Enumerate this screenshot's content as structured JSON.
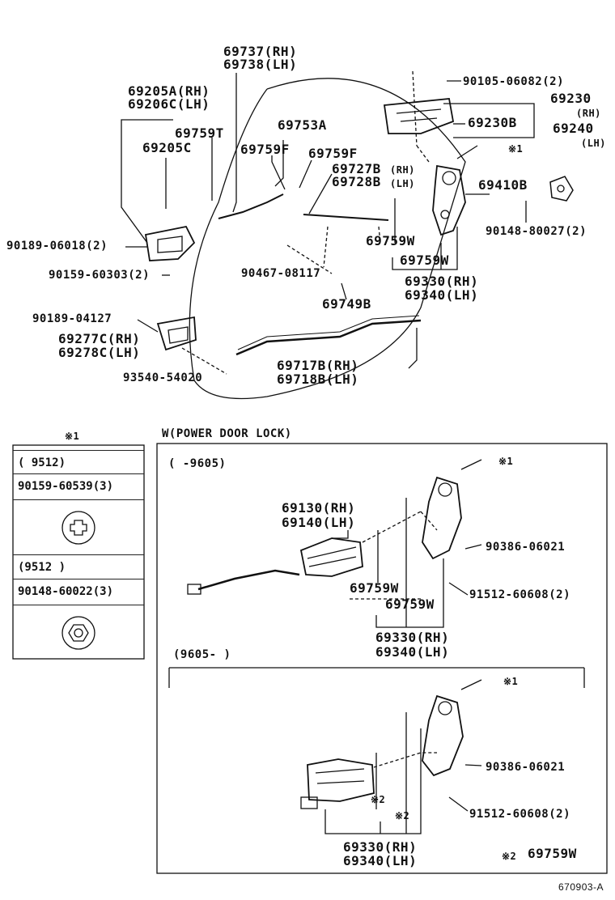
{
  "main_labels": {
    "p69737": "69737(RH)",
    "p69738": "69738(LH)",
    "p69205a": "69205A(RH)",
    "p69206c": "69206C(LH)",
    "p69759t": "69759T",
    "p69205c": "69205C",
    "p69753a": "69753A",
    "p69759f_1": "69759F",
    "p69759f_2": "69759F",
    "p69727b": "69727B",
    "p69728b": "69728B",
    "rh_small": "(RH)",
    "lh_small": "(LH)",
    "p90105": "90105-06082(2)",
    "p69230": "69230",
    "p69230_rh": "(RH)",
    "p69240": "69240",
    "p69240_lh": "(LH)",
    "p69230b": "69230B",
    "note1_a": "※1",
    "p69410b": "69410B",
    "p90148_80027": "90148-80027(2)",
    "p90189_06018": "90189-06018(2)",
    "p90159_60303": "90159-60303(2)",
    "p90467": "90467-08117",
    "p69759w_a": "69759W",
    "p69759w_b": "69759W",
    "p69330_a": "69330(RH)",
    "p69340_a": "69340(LH)",
    "p69749b": "69749B",
    "p90189_04127": "90189-04127",
    "p69277c": "69277C(RH)",
    "p69278c": "69278C(LH)",
    "p69717b": "69717B(RH)",
    "p69718b": "69718B(LH)",
    "p93540": "93540-54020"
  },
  "side_table": {
    "header": "※1",
    "row1": "(      9512)",
    "row2": "90159-60539(3)",
    "row3": "(9512       )",
    "row4": "90148-60022(3)"
  },
  "power_lock": {
    "title": "W(POWER DOOR LOCK)",
    "range1": "(      -9605)",
    "note1": "※1",
    "p69130": "69130(RH)",
    "p69140": "69140(LH)",
    "p90386_a": "90386-06021",
    "p69759w_c": "69759W",
    "p69759w_d": "69759W",
    "p91512_a": "91512-60608(2)",
    "p69330_b": "69330(RH)",
    "p69340_b": "69340(LH)",
    "range2": "(9605-      )",
    "note1_b": "※1",
    "p90386_b": "90386-06021",
    "note2_a": "※2",
    "note2_b": "※2",
    "p91512_b": "91512-60608(2)",
    "p69330_c": "69330(RH)",
    "p69340_c": "69340(LH)",
    "note2_c": "※2",
    "p69759w_e": "69759W"
  },
  "figure_code": "670903-A"
}
